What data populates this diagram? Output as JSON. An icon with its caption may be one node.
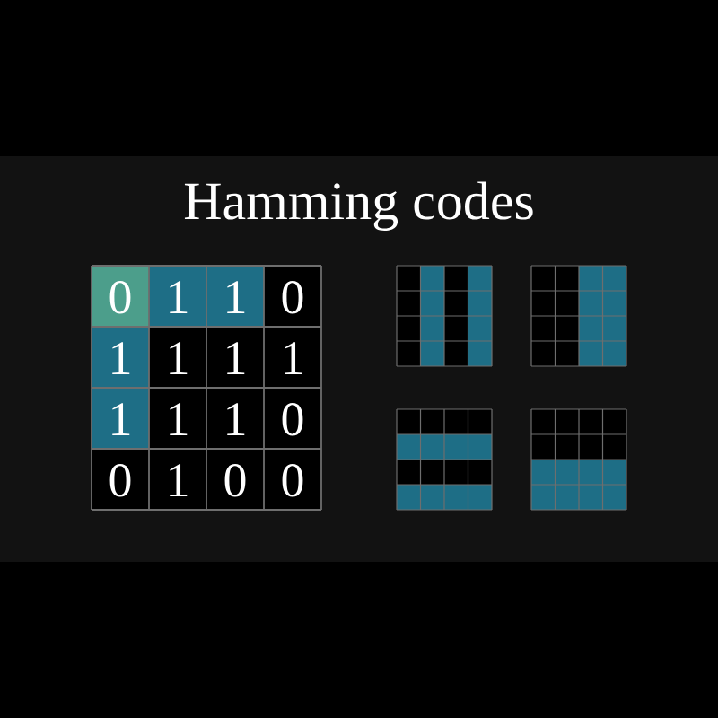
{
  "diagram": {
    "title": "Hamming codes",
    "labels": [
      "0",
      "1",
      "1",
      "0",
      "1",
      "1",
      "1",
      "1",
      "1",
      "1",
      "1",
      "0",
      "0",
      "1",
      "0",
      "0"
    ]
  }
}
